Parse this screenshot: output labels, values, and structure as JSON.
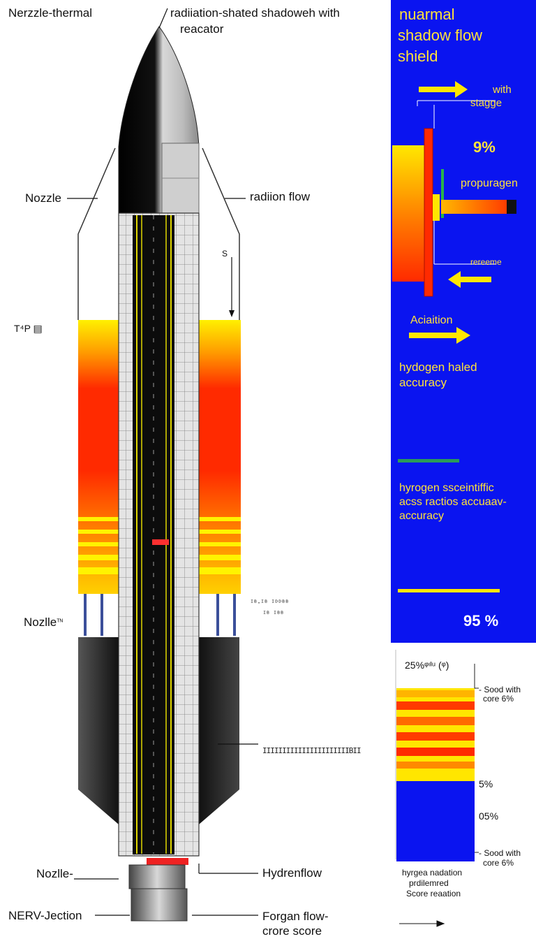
{
  "diagram": {
    "labels": {
      "top_left": "Nerzzle-thermal",
      "top_center_1": "radiiation-shated shadoweh with",
      "top_center_2": "reacator",
      "nozzle_left": "Nozzle",
      "radiation_flow": "radiion flow",
      "s_marker": "S",
      "tp_marker": "T⁴P ▤",
      "nozzle_lower": "Nozlle",
      "nozzle_lower_sup": "ᵀᴺ",
      "code_mid_right": "ᴵᴮ·ᴵᴮ ᴵᴰᴰᴮᴮ",
      "code_mid_right_2": "ᴵᴮ            ᴵᴮᴮ",
      "code_lower_right": "IIIIIIIIIIIIIIIIIIIIIIBII",
      "nozzle_bottom": "Nozlle-",
      "nerv_jection": "NERV-Jection",
      "hydrenflow": "Hydrenflow",
      "forgan_1": "Forgan flow-",
      "forgan_2": "crore score"
    },
    "blue_panel": {
      "title_1": "nuarmal",
      "title_2": "shadow flow",
      "title_3": "shield",
      "with_label": "with",
      "stagge_label": "stagge",
      "percent_1": "9%",
      "propuragen": "propuragen",
      "rereeme": "rereeme",
      "aciaition": "Aciaition",
      "hydogen_1": "hydogen haled",
      "hydogen_2": "accuracy",
      "hyrogen_1": "hyrogen ssceintiffic",
      "hyrogen_2": "acss ractios accuaav-",
      "hyrogen_3": "accuracy",
      "percent_2": "95 %"
    },
    "lower_panel": {
      "top_label": "25%ᵠᶦᴵᵘ (ᵠ)",
      "right_1a": "- Sood with",
      "right_1b": "core 6%",
      "pct_a": "5%",
      "pct_b": "05%",
      "right_2a": "- Sood with",
      "right_2b": "core 6%",
      "bottom_1": "hyrgea nadation",
      "bottom_2": "prdilemred",
      "bottom_3": "Score reaation"
    },
    "colors": {
      "blue_panel": "#0a14f0",
      "label_yellow": "#ffe23a",
      "hot_red": "#ff2a00",
      "hot_yellow": "#fff000"
    }
  }
}
